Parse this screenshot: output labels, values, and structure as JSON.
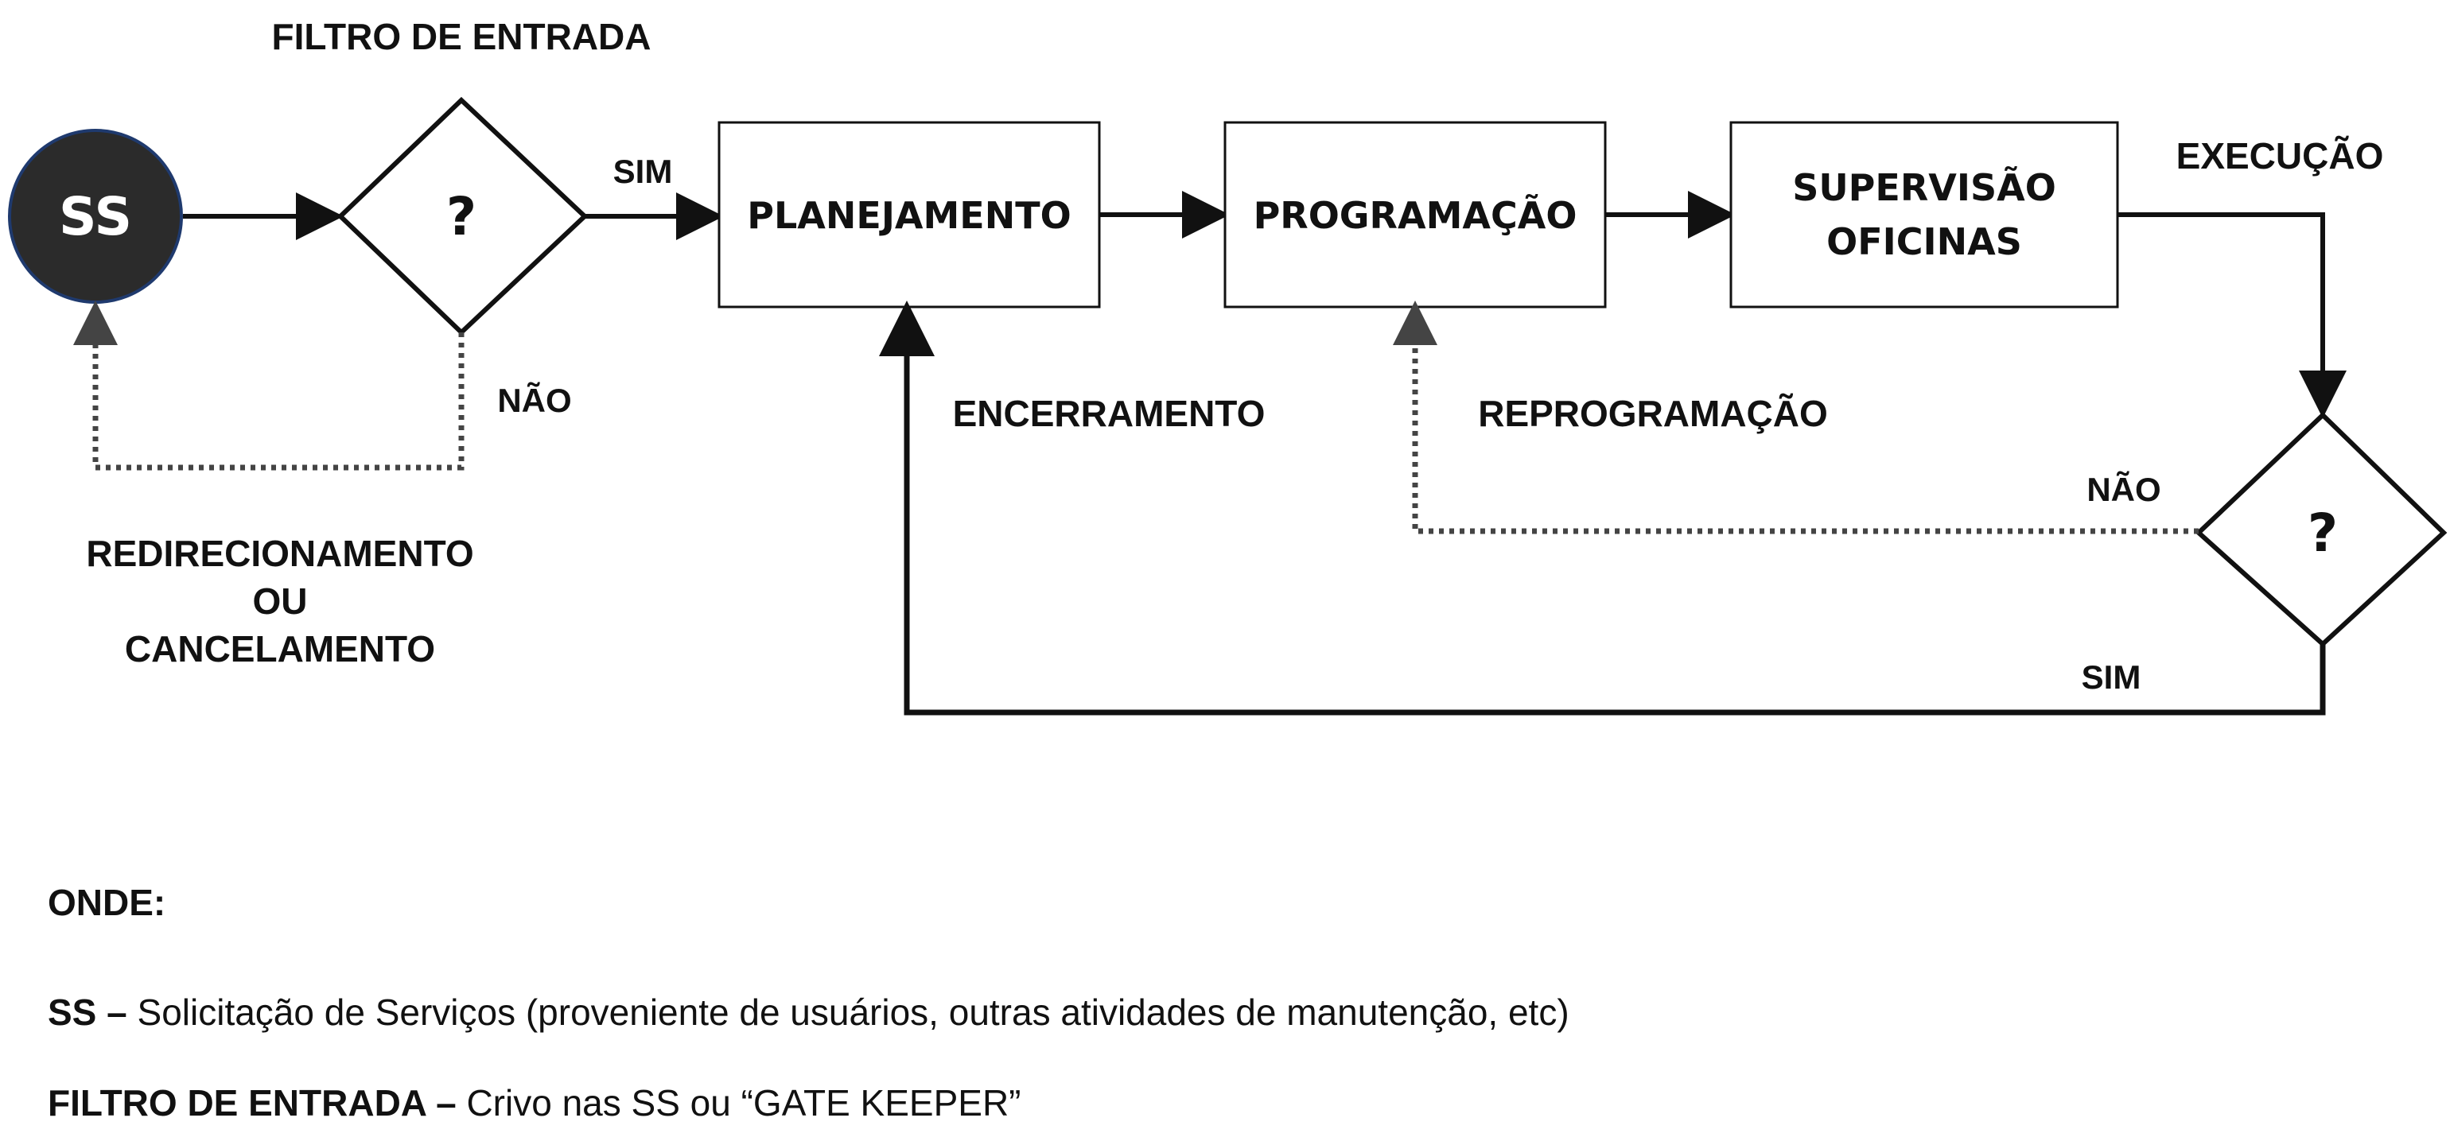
{
  "diagram": {
    "start_node": "SS",
    "entry_filter_title": "FILTRO DE ENTRADA",
    "decision_1": "?",
    "decision_2": "?",
    "yes_1": "SIM",
    "no_1": "NÃO",
    "redirect_lines": [
      "REDIRECIONAMENTO",
      "OU",
      "CANCELAMENTO"
    ],
    "step_planning": "PLANEJAMENTO",
    "step_programming": "PROGRAMAÇÃO",
    "step_supervision_lines": [
      "SUPERVISÃO",
      "OFICINAS"
    ],
    "execution": "EXECUÇÃO",
    "closing": "ENCERRAMENTO",
    "reprogramming": "REPROGRAMAÇÃO",
    "no_2": "NÃO",
    "yes_2": "SIM",
    "colors": {
      "node_fill": "#2b2b2b",
      "node_stroke": "#1f3a6e",
      "line": "#111111",
      "dotted": "#444444"
    }
  },
  "legend": {
    "heading": "ONDE:",
    "ss_term": "SS –",
    "ss_desc": " Solicitação de Serviços (proveniente de usuários, outras atividades de manutenção, etc)",
    "filter_term": "FILTRO DE ENTRADA –",
    "filter_desc": " Crivo nas SS ou “GATE KEEPER”"
  }
}
